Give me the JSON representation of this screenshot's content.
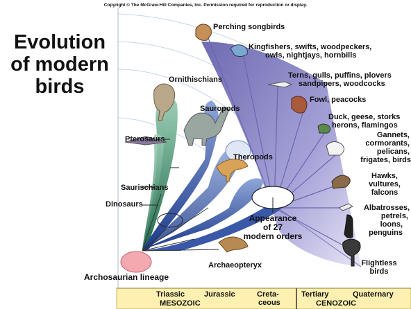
{
  "copyright": "Copyright © The McGraw-Hill Companies, Inc. Permission required for reproduction or display.",
  "title_lines": [
    "Evolution",
    "of modern",
    "birds"
  ],
  "groups": {
    "ornithischians": "Ornithischians",
    "sauropods": "Sauropods",
    "pterosaurs": "Pterosaurs",
    "theropods": "Theropods",
    "saurischians": "Saurischians",
    "dinosaurs": "Dinosaurs",
    "archosaurian": "Archosaurian lineage",
    "archaeopteryx": "Archaeopteryx",
    "appearance": [
      "Appearance",
      "of 27",
      "modern orders"
    ]
  },
  "bird_orders": {
    "perching": [
      "Perching songbirds"
    ],
    "kingfishers": [
      "Kingfishers, swifts, woodpeckers,",
      "owls, nightjays, hornbills"
    ],
    "terns": [
      "Terns, gulls, puffins, plovers",
      "sandpipers, woodcocks"
    ],
    "fowl": [
      "Fowl, peacocks"
    ],
    "duck": [
      "Duck, geese, storks",
      "herons, flamingos"
    ],
    "gannets": [
      "Gannets,",
      "cormorants,",
      "pelicans,",
      "frigates, birds"
    ],
    "hawks": [
      "Hawks,",
      "vultures,",
      "falcons"
    ],
    "albatrosses": [
      "Albatrosses,",
      "petrels,",
      "loons,",
      "penguins"
    ],
    "flightless": [
      "Flightless",
      "birds"
    ]
  },
  "timeline": {
    "triassic": "Triassic",
    "jurassic": "Jurassic",
    "cretaceous": [
      "Creta-",
      "ceous"
    ],
    "mesozoic": "MESOZOIC",
    "tertiary": "Tertiary",
    "quaternary": "Quaternary",
    "cenozoic": "CENOZOIC"
  },
  "colors": {
    "timeline_bg": "#fdf0b0",
    "bird_fan": "#8a86c8",
    "dino_blue": "#2c4fa8",
    "ornithischian_green": "#3a8a6a",
    "archosaur_pink": "#f4a8b0"
  }
}
